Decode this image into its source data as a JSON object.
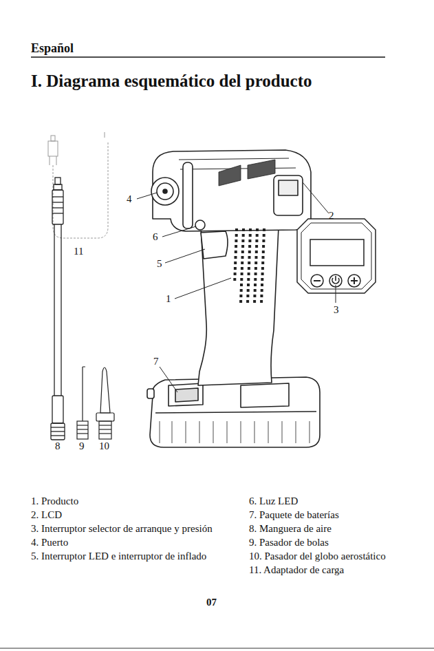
{
  "diagram": {
    "title": "I. Diagrama esquemático del producto",
    "labels": [
      "Español",
      "4",
      "2",
      "6",
      "5",
      "1",
      "3",
      "7",
      "11",
      "8",
      "9",
      "10",
      "1. Producto",
      "6. Luz LED",
      "2. LCD",
      "7. Paquete de baterías",
      "3. Interruptor selector de arranque y presión",
      "8. Manguera de aire",
      "4. Puerto",
      "9. Pasador de bolas",
      "5. Interruptor LED e interruptor de inflado",
      "10. Pasador del globo aerostático",
      "11. Adaptador de carga",
      "07"
    ]
  }
}
